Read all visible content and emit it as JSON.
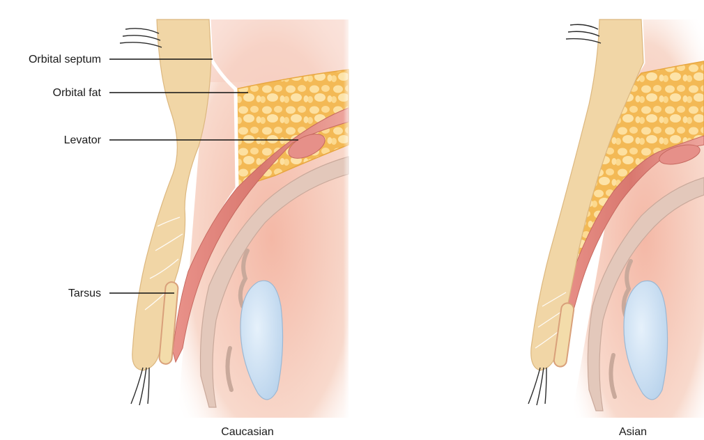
{
  "labels": {
    "orbital_septum": "Orbital septum",
    "orbital_fat": "Orbital fat",
    "levator": "Levator",
    "tarsus": "Tarsus"
  },
  "captions": {
    "left": "Caucasian",
    "right": "Asian"
  },
  "colors": {
    "skin": "#f1d6a6",
    "skin_edge": "#dcb77f",
    "fat": "#f7c56a",
    "fat_blob": "#fde3a8",
    "muscle": "#d97f78",
    "muscle_light": "#eeaaa3",
    "tissue_bg": "#f7d2c4",
    "septum": "#ffffff",
    "conjunctiva": "#d9c0b4",
    "cornea": "#cfe3f5",
    "tarsus_fill": "#f3dcaa",
    "lashes": "#2a2a2a"
  }
}
